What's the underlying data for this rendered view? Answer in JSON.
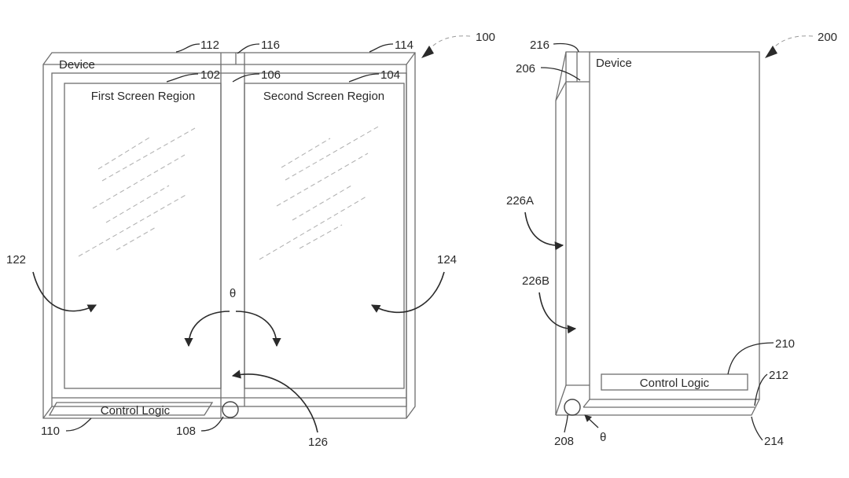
{
  "figure_a": {
    "device_label": "Device",
    "first_screen_label": "First Screen Region",
    "second_screen_label": "Second Screen Region",
    "control_logic_label": "Control Logic",
    "angle_symbol": "θ",
    "refs": {
      "r100": "100",
      "r102": "102",
      "r104": "104",
      "r106": "106",
      "r108": "108",
      "r110": "110",
      "r112": "112",
      "r114": "114",
      "r116": "116",
      "r122": "122",
      "r124": "124",
      "r126": "126"
    }
  },
  "figure_b": {
    "device_label": "Device",
    "control_logic_label": "Control Logic",
    "angle_symbol": "θ",
    "refs": {
      "r200": "200",
      "r206": "206",
      "r208": "208",
      "r210": "210",
      "r212": "212",
      "r214": "214",
      "r216": "216",
      "r226a": "226A",
      "r226b": "226B"
    }
  }
}
